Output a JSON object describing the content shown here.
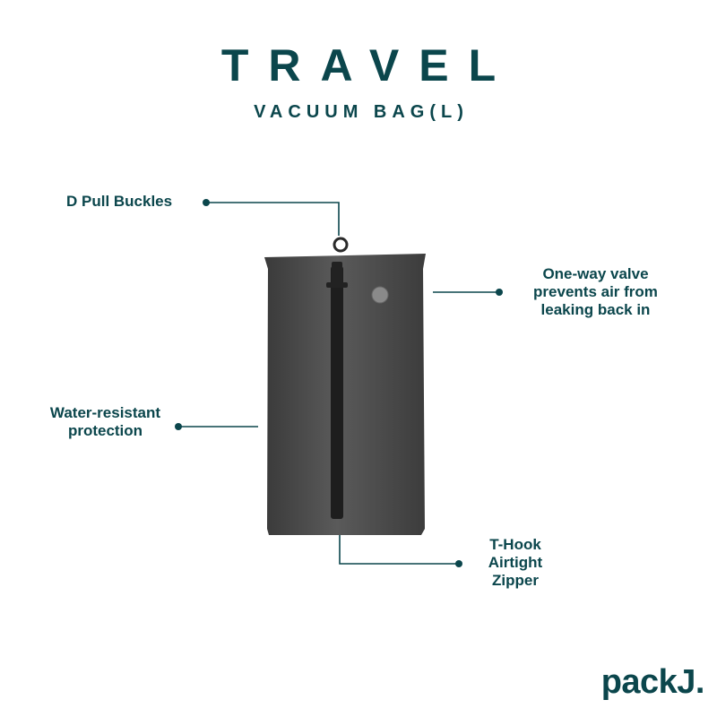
{
  "header": {
    "title": "TRAVEL",
    "subtitle": "VACUUM BAG(L)"
  },
  "features": {
    "d_pull": "D Pull Buckles",
    "valve_lines": [
      "One-way valve",
      "prevents air from",
      "leaking back in"
    ],
    "water_lines": [
      "Water-resistant",
      "protection"
    ],
    "thook_lines": [
      "T-Hook",
      "Airtight",
      "Zipper"
    ]
  },
  "brand": "packJ.",
  "colors": {
    "text": "#0b464c",
    "bag": "#4a4a4a",
    "zipper": "#1e1e1e"
  }
}
